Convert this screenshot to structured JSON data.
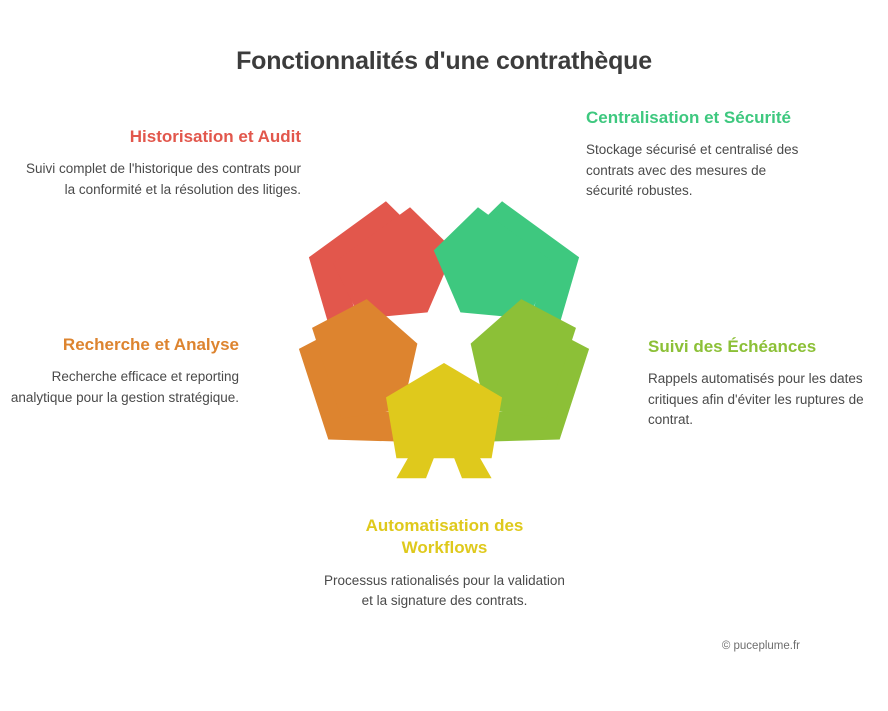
{
  "page": {
    "title": "Fonctionnalités d'une contrathèque",
    "credit": "© puceplume.fr",
    "background": "#ffffff",
    "title_color": "#3c3c3c",
    "body_text_color": "#4a4a4a"
  },
  "features": [
    {
      "id": "historisation",
      "title": "Historisation et Audit",
      "description": "Suivi complet de l'historique des contrats pour la conformité et la résolution des litiges.",
      "color": "#E2574C",
      "align": "right"
    },
    {
      "id": "centralisation",
      "title": "Centralisation et Sécurité",
      "description": "Stockage sécurisé et centralisé des contrats avec des mesures de sécurité robustes.",
      "color": "#3EC87F",
      "align": "left"
    },
    {
      "id": "recherche",
      "title": "Recherche et Analyse",
      "description": "Recherche efficace et reporting analytique pour la gestion stratégique.",
      "color": "#DD842F",
      "align": "right"
    },
    {
      "id": "suivi",
      "title": "Suivi des Échéances",
      "description": "Rappels automatisés pour les dates critiques afin d'éviter les ruptures de contrat.",
      "color": "#8CC037",
      "align": "left"
    },
    {
      "id": "automatisation",
      "title": "Automatisation des Workflows",
      "description": "Processus rationalisés pour la validation et la signature des contrats.",
      "color": "#DFC91C",
      "align": "center"
    }
  ],
  "diagram": {
    "type": "pentagon-cluster",
    "petal_count": 5,
    "colors": [
      "#E2574C",
      "#3EC87F",
      "#8CC037",
      "#DFC91C",
      "#DD842F"
    ]
  }
}
